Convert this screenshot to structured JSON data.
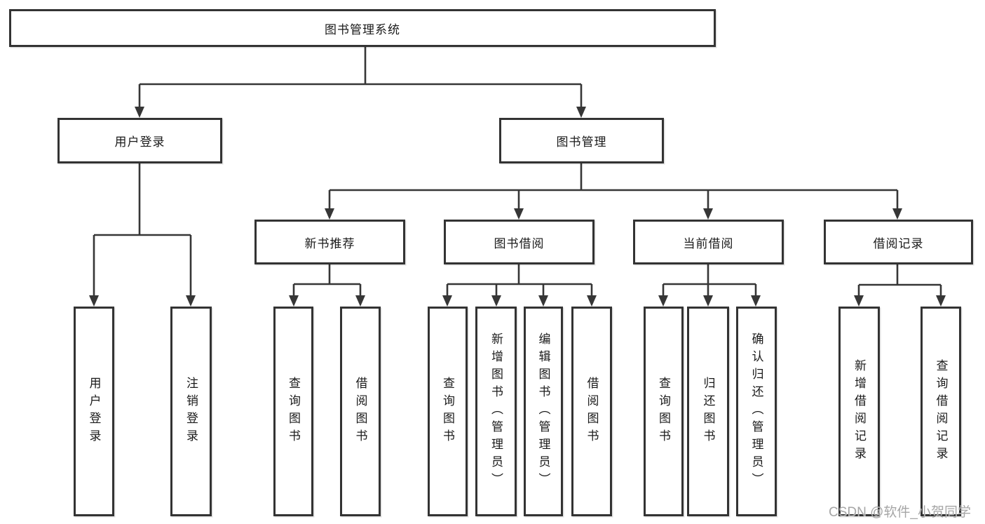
{
  "diagram": {
    "title": "图书管理系统",
    "nodes": {
      "root": "图书管理系统",
      "user_login": "用户登录",
      "book_mgmt": "图书管理",
      "new_book_rec": "新书推荐",
      "book_borrow": "图书借阅",
      "current_borrow": "当前借阅",
      "borrow_record": "借阅记录",
      "login_user": "用户登录",
      "login_logout": "注销登录",
      "rec_query": "查询图书",
      "rec_borrow": "借阅图书",
      "bor_query": "查询图书",
      "bor_add": "新增图书（管理员）",
      "bor_edit": "编辑图书（管理员）",
      "bor_borrow": "借阅图书",
      "cur_query": "查询图书",
      "cur_return": "归还图书",
      "cur_confirm": "确认归还（管理员）",
      "recd_add": "新增借阅记录",
      "recd_query": "查询借阅记录"
    },
    "colors": {
      "line": "#363636",
      "text": "#1a1a1a",
      "watermark": "#a6a6a6",
      "background": "#ffffff"
    }
  },
  "watermark": "CSDN @软件_小贺同学"
}
